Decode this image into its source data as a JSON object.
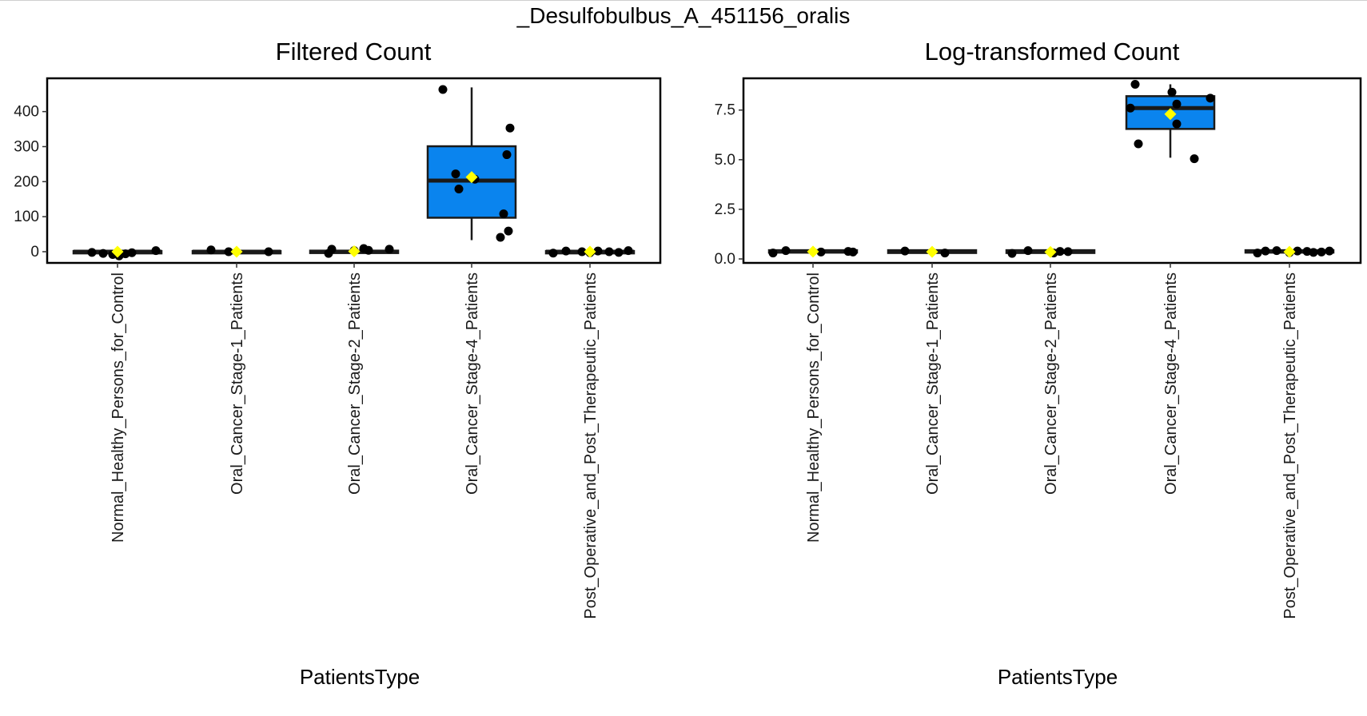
{
  "title": "_Desulfobulbus_A_451156_oralis",
  "colors": {
    "box_fill": "#0A84EE",
    "mean_marker": "#FFFF00",
    "points": "#000000",
    "frame": "#000000"
  },
  "chart_data": [
    {
      "type": "box",
      "title": "Filtered Count",
      "xlabel": "PatientsType",
      "ylabel": "",
      "categories": [
        "Normal_Healthy_Persons_for_Control",
        "Oral_Cancer_Stage-1_Patients",
        "Oral_Cancer_Stage-2_Patients",
        "Oral_Cancer_Stage-4_Patients",
        "Post_Operative_and_Post_Therapeutic_Patients"
      ],
      "yticks": [
        0,
        100,
        200,
        300,
        400
      ],
      "ytick_labels": [
        "0",
        "100",
        "200",
        "300",
        "400"
      ],
      "ylim": [
        -32,
        495
      ],
      "boxes": [
        {
          "q1": -2,
          "median": 0,
          "q3": 2,
          "whisker_low": -4,
          "whisker_high": 3,
          "mean": 0
        },
        {
          "q1": -2,
          "median": 0,
          "q3": 2,
          "whisker_low": -2,
          "whisker_high": 3,
          "mean": 0
        },
        {
          "q1": -3,
          "median": 0,
          "q3": 3,
          "whisker_low": -5,
          "whisker_high": 8,
          "mean": 1
        },
        {
          "q1": 97,
          "median": 203,
          "q3": 301,
          "whisker_low": 33,
          "whisker_high": 469,
          "mean": 213
        },
        {
          "q1": -2,
          "median": 0,
          "q3": 2,
          "whisker_low": -3,
          "whisker_high": 3,
          "mean": 0
        }
      ],
      "points": [
        [
          [
            -32,
            -2
          ],
          [
            -18,
            -5
          ],
          [
            -6,
            -8
          ],
          [
            2,
            -12
          ],
          [
            10,
            -6
          ],
          [
            18,
            -3
          ],
          [
            48,
            3
          ]
        ],
        [
          [
            -32,
            5
          ],
          [
            -10,
            0
          ],
          [
            40,
            0
          ]
        ],
        [
          [
            -32,
            -5
          ],
          [
            -28,
            7
          ],
          [
            0,
            3
          ],
          [
            12,
            9
          ],
          [
            18,
            4
          ],
          [
            44,
            7
          ]
        ],
        [
          [
            -36,
            463
          ],
          [
            -20,
            222
          ],
          [
            -16,
            179
          ],
          [
            4,
            207
          ],
          [
            36,
            41
          ],
          [
            40,
            108
          ],
          [
            44,
            277
          ],
          [
            46,
            59
          ],
          [
            48,
            353
          ]
        ],
        [
          [
            -46,
            -4
          ],
          [
            -30,
            2
          ],
          [
            -10,
            0
          ],
          [
            0,
            -3
          ],
          [
            10,
            2
          ],
          [
            24,
            0
          ],
          [
            36,
            -2
          ],
          [
            48,
            3
          ]
        ]
      ]
    },
    {
      "type": "box",
      "title": "Log-transformed Count",
      "xlabel": "PatientsType",
      "ylabel": "",
      "categories": [
        "Normal_Healthy_Persons_for_Control",
        "Oral_Cancer_Stage-1_Patients",
        "Oral_Cancer_Stage-2_Patients",
        "Oral_Cancer_Stage-4_Patients",
        "Post_Operative_and_Post_Therapeutic_Patients"
      ],
      "yticks": [
        0,
        2.5,
        5,
        7.5
      ],
      "ytick_labels": [
        "0.0",
        "2.5",
        "5.0",
        "7.5"
      ],
      "ylim": [
        -0.2,
        9.1
      ],
      "boxes": [
        {
          "q1": 0.32,
          "median": 0.38,
          "q3": 0.44,
          "whisker_low": 0.28,
          "whisker_high": 0.46,
          "mean": 0.37
        },
        {
          "q1": 0.3,
          "median": 0.37,
          "q3": 0.44,
          "whisker_low": 0.28,
          "whisker_high": 0.45,
          "mean": 0.36
        },
        {
          "q1": 0.3,
          "median": 0.37,
          "q3": 0.44,
          "whisker_low": 0.25,
          "whisker_high": 0.45,
          "mean": 0.35
        },
        {
          "q1": 6.55,
          "median": 7.6,
          "q3": 8.2,
          "whisker_low": 5.1,
          "whisker_high": 8.8,
          "mean": 7.3
        },
        {
          "q1": 0.32,
          "median": 0.38,
          "q3": 0.44,
          "whisker_low": 0.28,
          "whisker_high": 0.45,
          "mean": 0.36
        }
      ],
      "points": [
        [
          [
            -50,
            0.3
          ],
          [
            -34,
            0.42
          ],
          [
            10,
            0.35
          ],
          [
            44,
            0.38
          ],
          [
            50,
            0.35
          ]
        ],
        [
          [
            -34,
            0.4
          ],
          [
            16,
            0.3
          ]
        ],
        [
          [
            -48,
            0.28
          ],
          [
            -28,
            0.42
          ],
          [
            4,
            0.3
          ],
          [
            12,
            0.38
          ],
          [
            22,
            0.37
          ]
        ],
        [
          [
            -50,
            7.6
          ],
          [
            -44,
            8.8
          ],
          [
            -40,
            5.8
          ],
          [
            2,
            8.4
          ],
          [
            8,
            7.8
          ],
          [
            8,
            6.8
          ],
          [
            30,
            5.05
          ],
          [
            50,
            8.1
          ]
        ],
        [
          [
            -40,
            0.3
          ],
          [
            -30,
            0.4
          ],
          [
            -16,
            0.42
          ],
          [
            0,
            0.32
          ],
          [
            10,
            0.4
          ],
          [
            22,
            0.38
          ],
          [
            30,
            0.33
          ],
          [
            40,
            0.35
          ],
          [
            50,
            0.4
          ]
        ]
      ]
    }
  ]
}
